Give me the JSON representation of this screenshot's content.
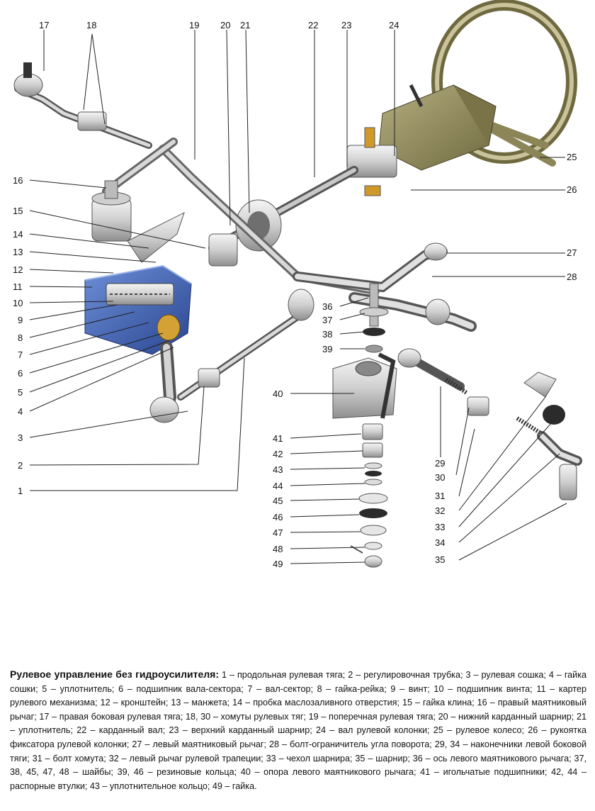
{
  "labels": [
    "1",
    "2",
    "3",
    "4",
    "5",
    "6",
    "7",
    "8",
    "9",
    "10",
    "11",
    "12",
    "13",
    "14",
    "15",
    "16",
    "17",
    "18",
    "19",
    "20",
    "21",
    "22",
    "23",
    "24",
    "25",
    "26",
    "27",
    "28",
    "29",
    "30",
    "31",
    "32",
    "33",
    "34",
    "35",
    "36",
    "37",
    "38",
    "39",
    "40",
    "41",
    "42",
    "43",
    "44",
    "45",
    "46",
    "47",
    "48",
    "49"
  ],
  "caption": {
    "title": "Рулевое управление без гидроусилителя:",
    "text": " 1 – продольная рулевая тяга; 2 – регулировочная трубка; 3 – рулевая сошка; 4 – гайка сошки; 5 – уплотнитель; 6 – подшипник вала-сектора; 7 – вал-сектор; 8 – гайка-рейка; 9 – винт; 10 – подшипник винта; 11 – картер рулевого механизма; 12 – кронштейн; 13 – манжета; 14 – пробка маслозаливного отверстия; 15 – гайка клина; 16 – правый маятниковый рычаг; 17 – правая боковая рулевая тяга; 18, 30 – хомуты рулевых тяг; 19 – поперечная рулевая тяга; 20 – нижний карданный шарнир; 21 – уплотнитель; 22 – карданный вал; 23 – верхний карданный шарнир; 24 – вал рулевой колонки; 25 – рулевое колесо; 26 – рукоятка фиксатора рулевой колонки; 27 – левый маятниковый рычаг; 28 – болт-ограничитель угла поворота; 29, 34 – наконечники левой боковой тяги; 31 – болт хомута; 32 – левый рычаг рулевой трапеции; 33 – чехол шарнира; 35 – шарнир; 36 – ось левого маятникового рычага; 37, 38, 45, 47, 48 – шайбы; 39, 46 – резиновые кольца; 40 – опора левого маятникового рычага; 41 – игольчатые подшипники; 42, 44 – распорные втулки; 43 – уплотнительное кольцо; 49 – гайка."
  },
  "colors": {
    "metal_light": "#e4e4e4",
    "metal_dark": "#8a8a8a",
    "housing_blue": "#3f63b8",
    "wheel_olive": "#a39c6a",
    "column_olive": "#8c8558",
    "rubber": "#2b2b2b"
  }
}
